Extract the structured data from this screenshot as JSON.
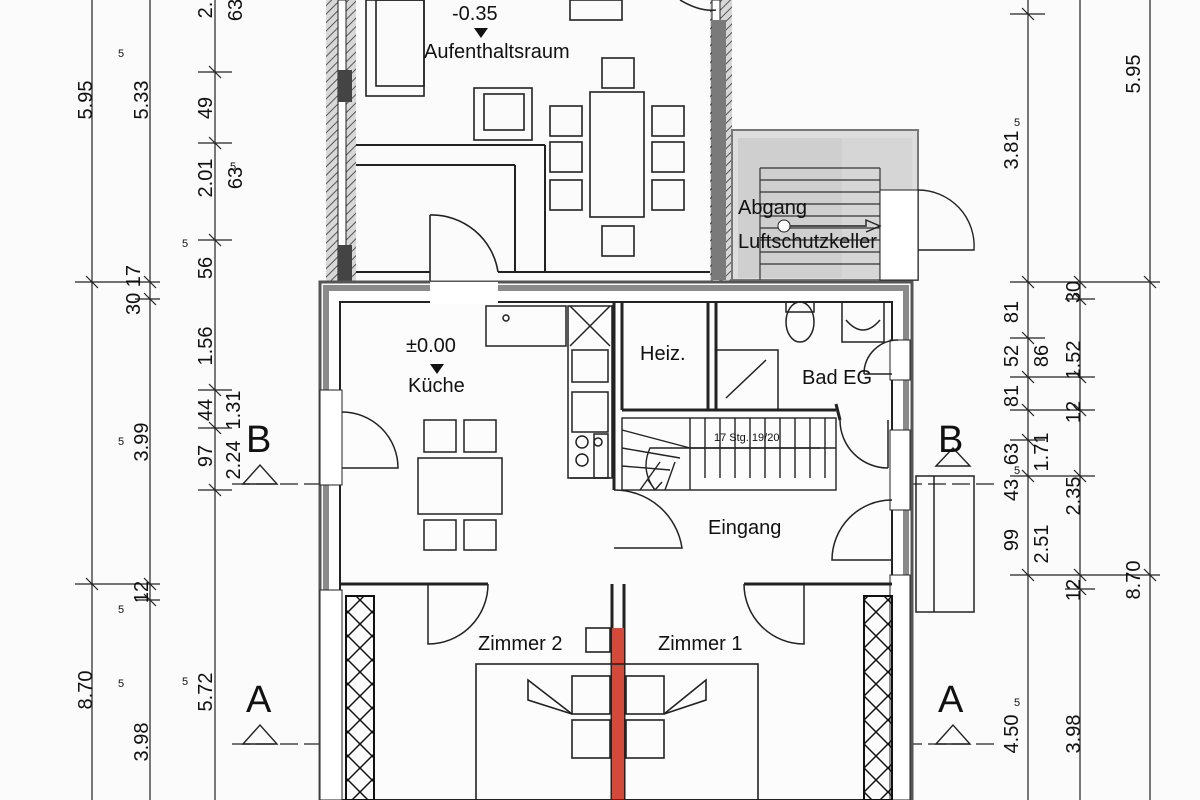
{
  "rooms": {
    "aufenthaltsraum": "Aufenthaltsraum",
    "kueche": "Küche",
    "heiz": "Heiz.",
    "bad": "Bad EG",
    "eingang": "Eingang",
    "zimmer1": "Zimmer 1",
    "zimmer2": "Zimmer 2",
    "abgang_line1": "Abgang",
    "abgang_line2": "Luftschutzkeller"
  },
  "levels": {
    "upper": "-0.35",
    "ground": "±0.00"
  },
  "stairs": {
    "label": "17 Stg. 19/20"
  },
  "sections": {
    "a": "A",
    "b": "B"
  },
  "dims_left": {
    "d_595": "5.95",
    "d_870": "8.70",
    "d_170": "30 17",
    "d_533": "5.33",
    "d_399": "3.99",
    "d_572": "5.72",
    "d_398": "3.98",
    "d_125": "12",
    "d_49": "49",
    "d_201": "2.01",
    "d_56": "56",
    "d_156": "1.56",
    "d_44": "44",
    "d_97": "97",
    "d_63a": "63",
    "d_63b": "63",
    "d_2": "2.",
    "d_224": "2.24",
    "d_131": "1.31"
  },
  "dims_right": {
    "d_595": "5.95",
    "d_870": "8.70",
    "d_381": "3.81",
    "d_81a": "81",
    "d_52": "52",
    "d_81b": "81",
    "d_63": "63",
    "d_43": "43",
    "d_99": "99",
    "d_450": "4.50",
    "d_398": "3.98",
    "d_30": "30",
    "d_86": "86",
    "d_152": "1.52",
    "d_171": "1.71",
    "d_12a": "12",
    "d_235": "2.35",
    "d_251": "2.51",
    "d_12b": "12"
  },
  "superscripts": {
    "five": "5"
  },
  "colors": {
    "line": "#1a1a1a",
    "fill": "#8a8a8a",
    "accent": "#d44a3a"
  }
}
